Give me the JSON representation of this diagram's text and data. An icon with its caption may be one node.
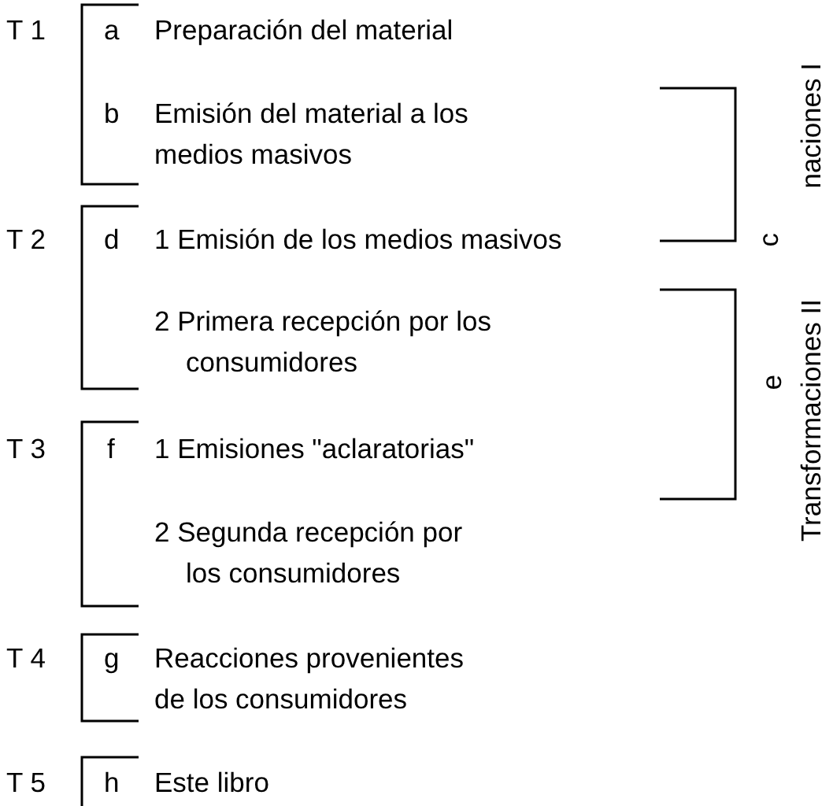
{
  "diagram": {
    "labels": [
      "T 1",
      "a",
      "Preparación del material",
      "b",
      "Emisión del material a los medios masivos",
      "naciones I",
      "T 2",
      "d",
      "1 Emisión de los medios masivos",
      "c",
      "2 Primera recepción por los consumidores",
      "e",
      "Transformaciones II",
      "T 3",
      "f",
      "1 Emisiones \"aclaratorias\"",
      "2 Segunda recepción por los consumidores",
      "T 4",
      "g",
      "Reacciones provenientes de los consumidores",
      "T 5",
      "h",
      "Este libro"
    ]
  }
}
